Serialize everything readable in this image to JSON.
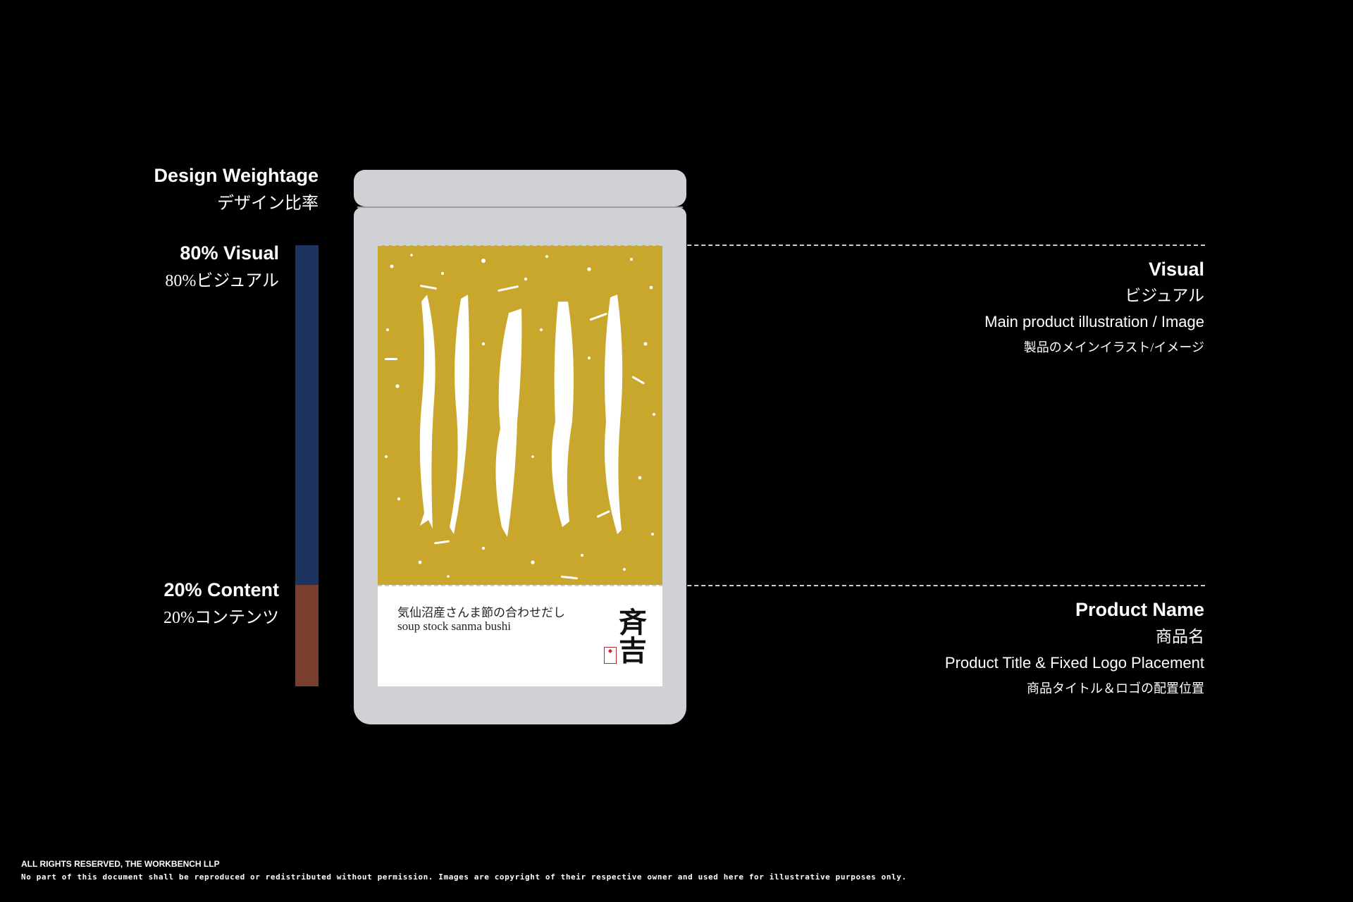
{
  "legend": {
    "title": "Design Weightage",
    "title_jp": "デザイン比率",
    "visual": {
      "label": "80% Visual",
      "label_jp": "80%ビジュアル",
      "percent": 80,
      "color": "#1d3461"
    },
    "content": {
      "label": "20% Content",
      "label_jp": "20%コンテンツ",
      "percent": 20,
      "color": "#7a3f2c"
    }
  },
  "pouch": {
    "body_color": "#d0d1d4",
    "visual_color": "#c9a72d",
    "product_name_jp": "気仙沼産さんま節の合わせだし",
    "product_name_en": "soup stock sanma bushi",
    "logo_text": "斉吉"
  },
  "annotations": {
    "visual": {
      "title": "Visual",
      "title_jp": "ビジュアル",
      "desc": "Main product illustration / Image",
      "desc_jp": "製品のメインイラスト/イメージ"
    },
    "product_name": {
      "title": "Product Name",
      "title_jp": "商品名",
      "desc": "Product Title & Fixed Logo Placement",
      "desc_jp": "商品タイトル＆ロゴの配置位置"
    }
  },
  "footer": {
    "rights": "ALL RIGHTS RESERVED, THE WORKBENCH LLP",
    "disclaimer": "No part of this document shall be reproduced or redistributed without permission. Images are copyright of their respective owner and used here for illustrative purposes only."
  }
}
